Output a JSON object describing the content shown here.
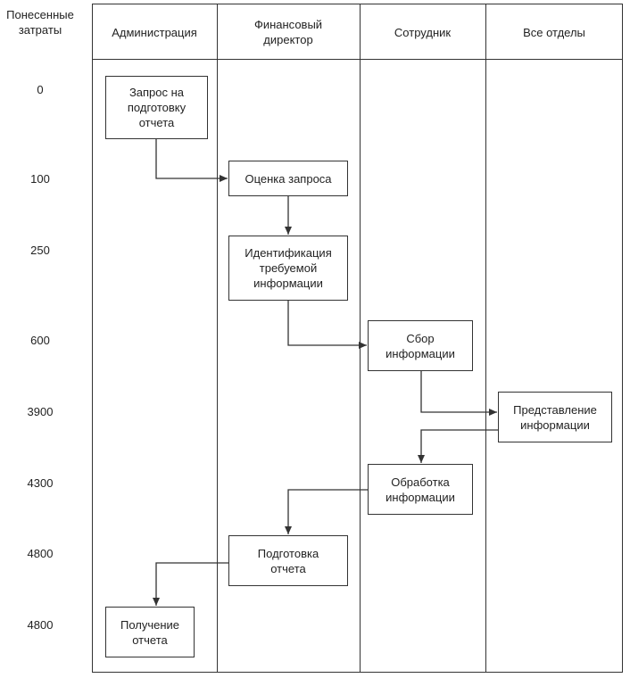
{
  "cost_header": "Понесенные\nзатраты",
  "lanes": [
    {
      "title": "Администрация"
    },
    {
      "title": "Финансовый\nдиректор"
    },
    {
      "title": "Сотрудник"
    },
    {
      "title": "Все отделы"
    }
  ],
  "costs": [
    "0",
    "100",
    "250",
    "600",
    "3900",
    "4300",
    "4800",
    "4800"
  ],
  "steps": [
    {
      "label": "Запрос на\nподготовку\nотчета",
      "lane": "Администрация"
    },
    {
      "label": "Оценка запроса",
      "lane": "Финансовый директор"
    },
    {
      "label": "Идентификация\nтребуемой\nинформации",
      "lane": "Финансовый директор"
    },
    {
      "label": "Сбор\nинформации",
      "lane": "Сотрудник"
    },
    {
      "label": "Представление\nинформации",
      "lane": "Все отделы"
    },
    {
      "label": "Обработка\nинформации",
      "lane": "Сотрудник"
    },
    {
      "label": "Подготовка\nотчета",
      "lane": "Финансовый директор"
    },
    {
      "label": "Получение\nотчета",
      "lane": "Администрация"
    }
  ]
}
